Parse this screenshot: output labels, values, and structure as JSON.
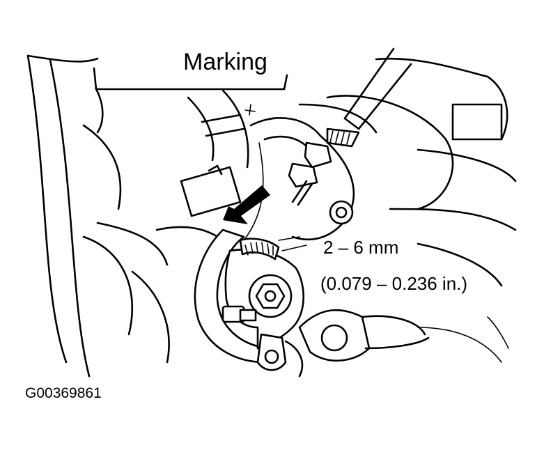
{
  "labels": {
    "marking": "Marking",
    "range_mm": "2 – 6 mm",
    "range_in": "(0.079 – 0.236 in.)",
    "figure_id": "G00369861"
  },
  "colors": {
    "line": "#000000",
    "background": "#ffffff"
  }
}
